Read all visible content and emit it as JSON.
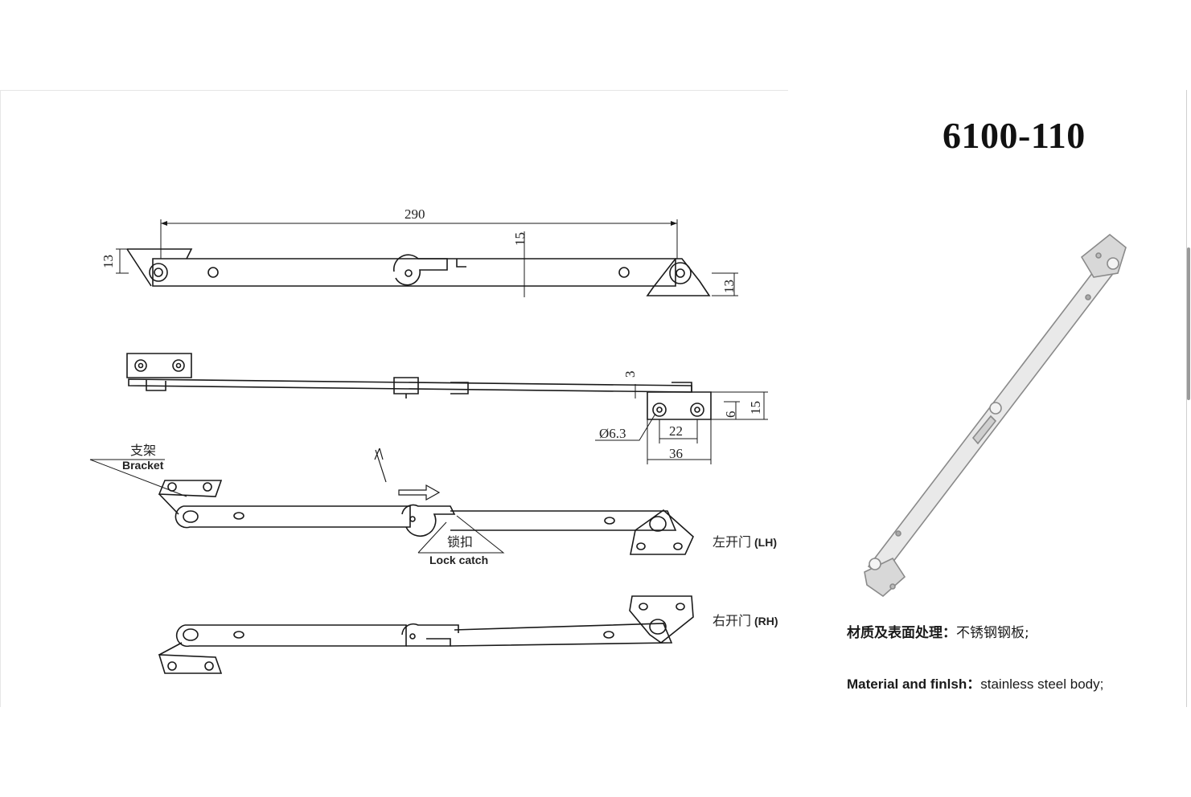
{
  "model_number": "6100-110",
  "dimensions": {
    "length": "290",
    "height_left": "13",
    "height_right": "13",
    "offset": "15",
    "thickness": "3",
    "hole_dia": "Ø6.3",
    "hole_spacing": "22",
    "bracket_width": "36",
    "bracket_height": "15",
    "hole_offset": "6"
  },
  "callouts": {
    "bracket_cn": "支架",
    "bracket_en": "Bracket",
    "lock_cn": "锁扣",
    "lock_en": "Lock catch",
    "left_cn": "左开门",
    "left_en": "(LH)",
    "right_cn": "右开门",
    "right_en": "(RH)"
  },
  "material": {
    "cn_label": "材质及表面处理：",
    "cn_value": "不锈钢钢板;",
    "en_label": "Material and finlsh：",
    "en_value": "stainless steel body;"
  }
}
